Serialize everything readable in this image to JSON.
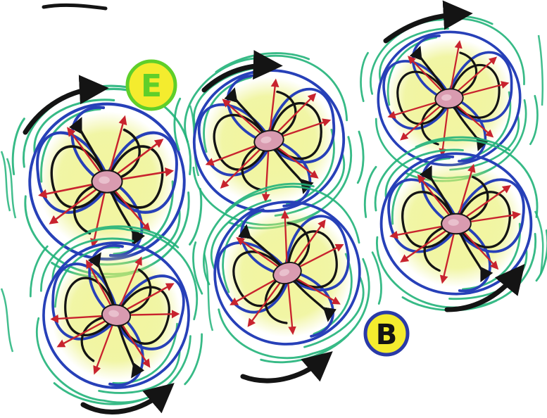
{
  "labels": {
    "e_field": "E",
    "b_field": "B"
  },
  "colors": {
    "background": "#ffffff",
    "blue_loops": "#2740b8",
    "green_lines": "#22b37a",
    "yellow_glow": "#e8ef6a",
    "pink_core": "#d99bb0",
    "red_arrows": "#c8232e",
    "black_ink": "#141414",
    "label_fill": "#f4ec2e",
    "label_ring_e": "#5fcf2a",
    "label_ring_b": "#2a3aa8"
  },
  "icons": {
    "rotation_arrow": "curved-arrow-icon",
    "field_cluster": "dipole-field-cluster"
  }
}
